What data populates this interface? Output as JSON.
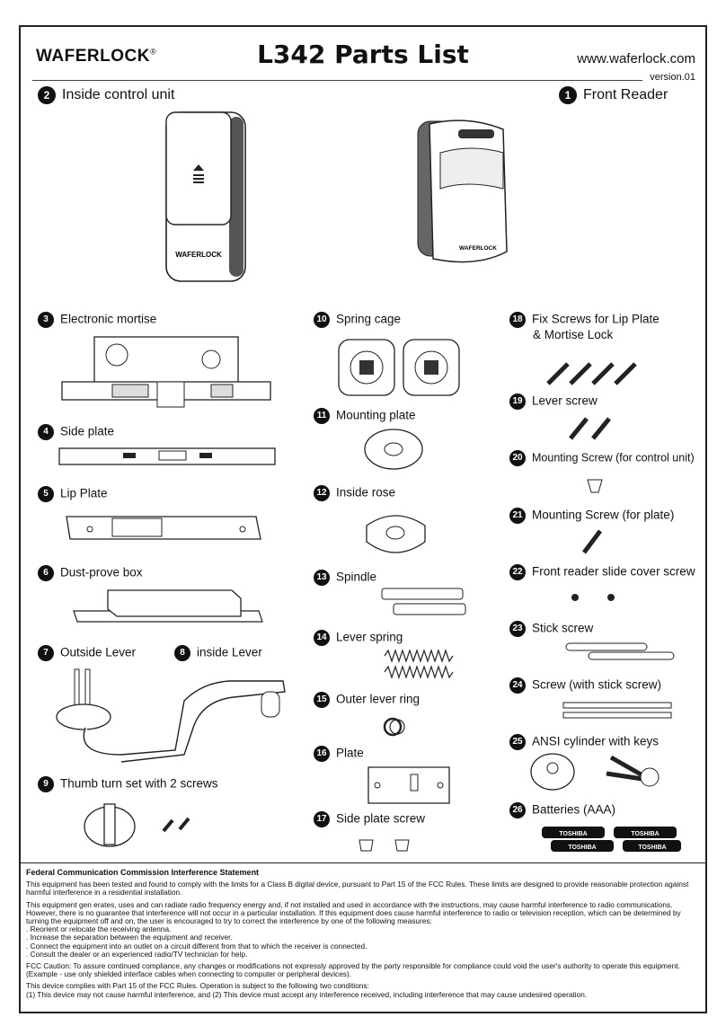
{
  "header": {
    "logo": "WAFERLOCK",
    "logo_mark": "®",
    "title": "L342  Parts List",
    "url": "www.waferlock.com",
    "version": "version.01"
  },
  "parts": [
    {
      "num": "2",
      "label": "Inside control unit"
    },
    {
      "num": "1",
      "label": "Front Reader"
    },
    {
      "num": "3",
      "label": "Electronic mortise"
    },
    {
      "num": "4",
      "label": "Side plate"
    },
    {
      "num": "5",
      "label": "Lip Plate"
    },
    {
      "num": "6",
      "label": "Dust-prove box"
    },
    {
      "num": "7",
      "label": "Outside Lever"
    },
    {
      "num": "8",
      "label": "inside Lever"
    },
    {
      "num": "9",
      "label": "Thumb turn set with 2 screws"
    },
    {
      "num": "10",
      "label": "Spring cage"
    },
    {
      "num": "11",
      "label": "Mounting plate"
    },
    {
      "num": "12",
      "label": "Inside rose"
    },
    {
      "num": "13",
      "label": "Spindle"
    },
    {
      "num": "14",
      "label": "Lever spring"
    },
    {
      "num": "15",
      "label": "Outer lever ring"
    },
    {
      "num": "16",
      "label": "Plate"
    },
    {
      "num": "17",
      "label": "Side plate screw"
    },
    {
      "num": "18",
      "label": "Fix Screws for Lip Plate",
      "label2": "& Mortise Lock"
    },
    {
      "num": "19",
      "label": "Lever screw"
    },
    {
      "num": "20",
      "label": "Mounting Screw (for control unit)"
    },
    {
      "num": "21",
      "label": "Mounting Screw (for plate)"
    },
    {
      "num": "22",
      "label": "Front reader slide cover screw"
    },
    {
      "num": "23",
      "label": "Stick screw"
    },
    {
      "num": "24",
      "label": "Screw (with stick screw)"
    },
    {
      "num": "25",
      "label": "ANSI cylinder with keys"
    },
    {
      "num": "26",
      "label": "Batteries (AAA)"
    }
  ],
  "illustration_text": {
    "unit_brand": "WAFERLOCK",
    "reader_brand": "WAFERLOCK",
    "battery_brand": "TOSHIBA"
  },
  "fcc": {
    "heading": "Federal Communication Commission Interference Statement",
    "p1": "This equipment has been tested and found to comply with the limits for a Class B digital device, pursuant to Part 15 of the FCC Rules. These limits are designed to provide reasonable protection against harmful interference in a residential installation.",
    "p2": "This equipment gen erates, uses and can radiate radio frequency energy and, if not installed and used in accordance with the instructions, may cause harmful interference to radio communications. However, there is no guarantee that interference will not occur in a particular installation. If this equipment does cause harmful interference to radio or television reception, which can be determined by turning the equipment off and on, the user is encouraged to try to correct the interference by one of the following measures:",
    "m1": ". Reorient or relocate the receiving antenna.",
    "m2": ". Increase the separation between the equipment and receiver.",
    "m3": ". Connect the equipment into an outlet on a circuit different from that to which the receiver is connected.",
    "m4": ". Consult the dealer or an experienced radio/TV technician for help.",
    "caution": "FCC Caution: To assure continued compliance, any changes or modifications not expressly approved by the party responsible for compliance could void the user's authority to operate this equipment. (Example - use only shielded interface cables when connecting to computer or peripheral devices).",
    "p3": "This device complies with Part 15 of the FCC Rules. Operation is subject to the following two conditions:",
    "p4": "(1) This device may not cause harmful interference, and (2) This device must accept any interference received, including interference that may cause undesired operation."
  }
}
